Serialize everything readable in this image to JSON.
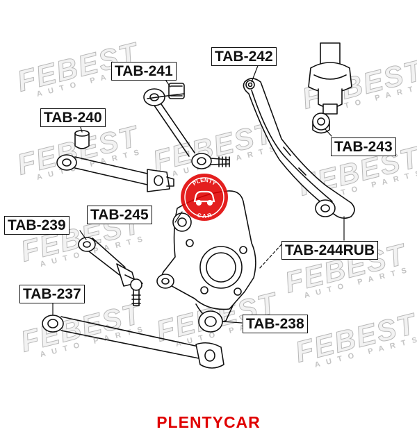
{
  "watermark": {
    "brand": "FEBEST",
    "sub": "AUTO PARTS"
  },
  "labels": {
    "tab_242": "TAB-242",
    "tab_241": "TAB-241",
    "tab_240": "TAB-240",
    "tab_243": "TAB-243",
    "tab_245": "TAB-245",
    "tab_239": "TAB-239",
    "tab_244rub": "TAB-244RUB",
    "tab_237": "TAB-237",
    "tab_238": "TAB-238"
  },
  "logo": {
    "top_text": "PLENTY",
    "bottom_text": "CAR",
    "color": "#e00000"
  },
  "footer": {
    "brand": "PLENTYCAR",
    "color": "#e00000"
  }
}
